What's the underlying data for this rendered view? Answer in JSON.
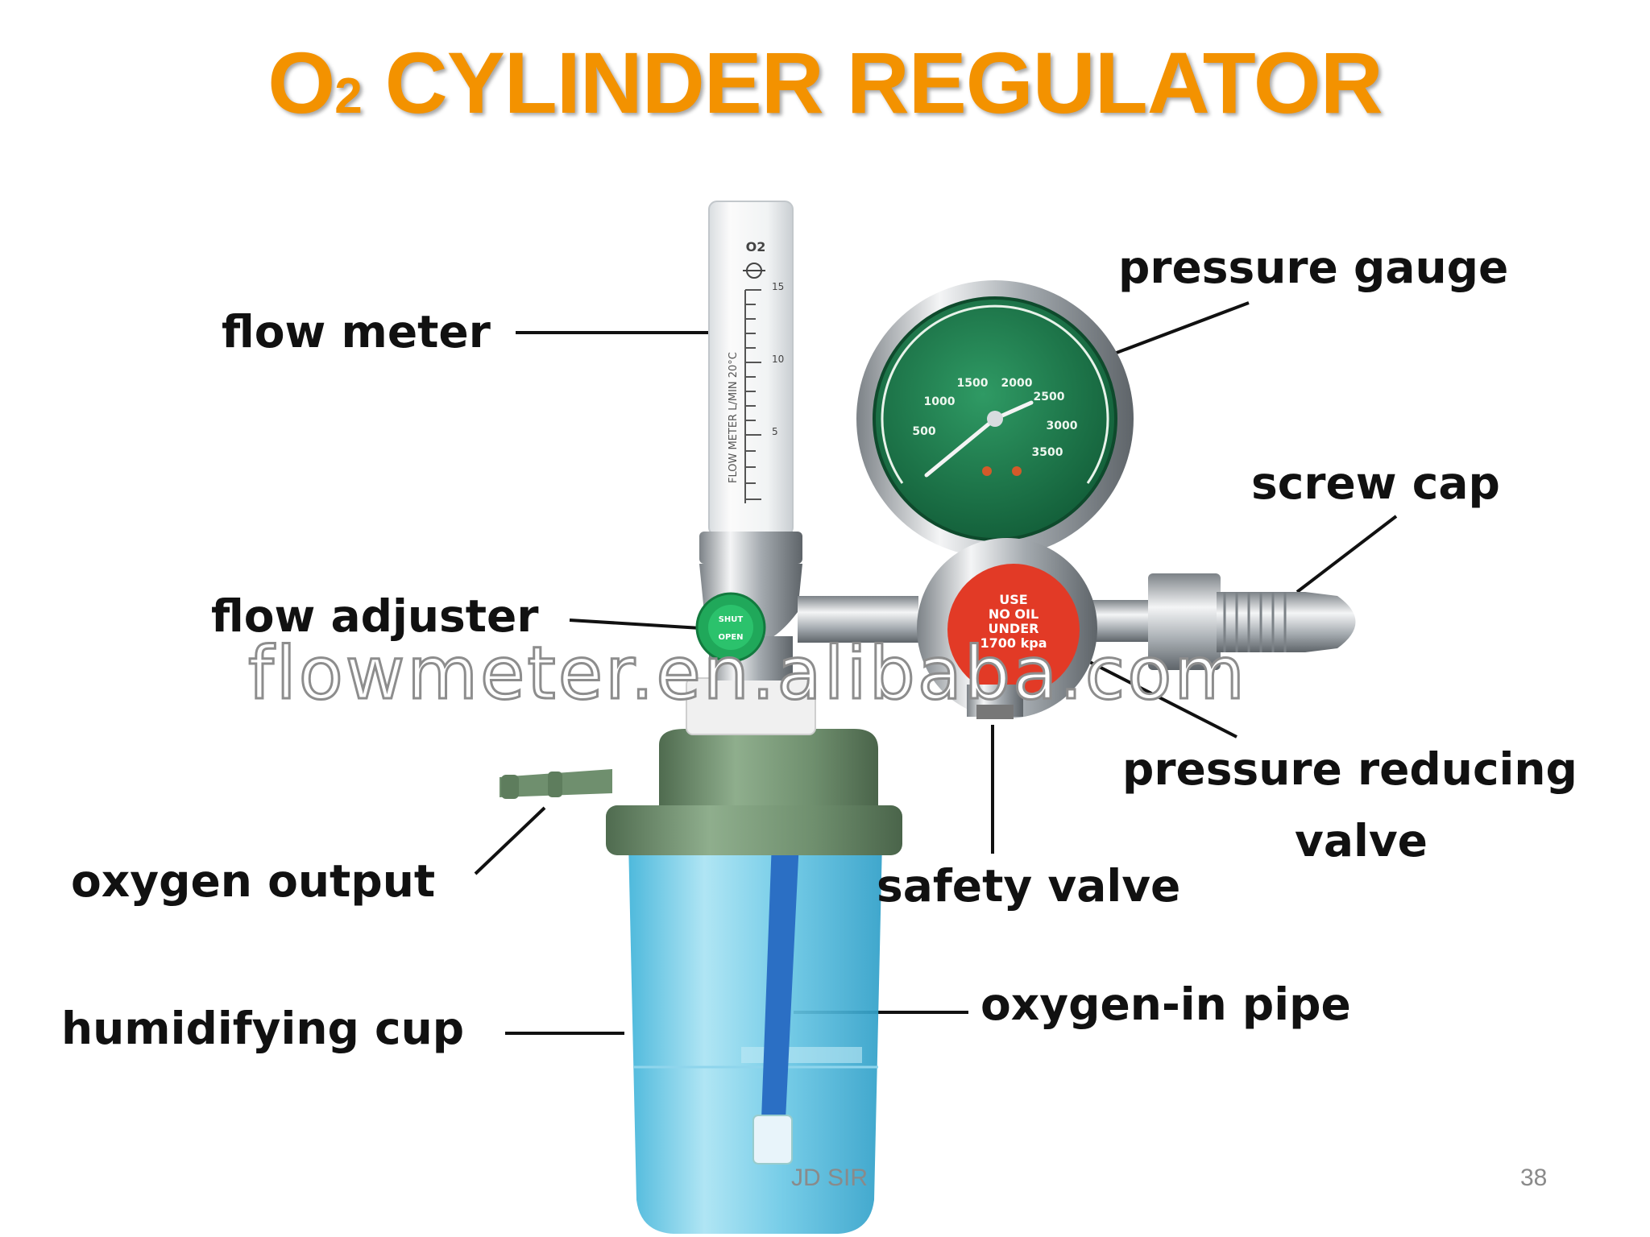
{
  "title": {
    "main": "O",
    "sub": "2",
    "rest": " CYLINDER REGULATOR"
  },
  "labels": {
    "flow_meter": "flow meter",
    "pressure_gauge": "pressure gauge",
    "screw_cap": "screw cap",
    "flow_adjuster": "flow adjuster",
    "pressure_reducing_1": "pressure reducing",
    "pressure_reducing_2": "valve",
    "oxygen_output": "oxygen output",
    "safety_valve": "safety valve",
    "oxygen_in_pipe": "oxygen-in pipe",
    "humidifying_cup": "humidifying cup"
  },
  "device": {
    "flowmeter_o2": "O2",
    "flowmeter_vertical": "FLOW METER  L/MIN 20°C",
    "flowmeter_scale": [
      "15",
      "10",
      "5"
    ],
    "gauge_scale": [
      "500",
      "1000",
      "1500",
      "2000",
      "2500",
      "3000",
      "3500"
    ],
    "valve_text": [
      "SHUT",
      "OPEN"
    ],
    "warning_text": [
      "USE",
      "NO OIL",
      "UNDER",
      "1700 kpa"
    ]
  },
  "watermark": "flowmeter.en.alibaba.com",
  "footer": {
    "author": "JD SIR",
    "page": "38"
  },
  "colors": {
    "title": "#f39200",
    "gauge_face": "#1f7a4d",
    "humidifier_green": "#6f8f6e",
    "cup_blue": "#5cc4e4",
    "warning_red": "#e23a26"
  }
}
